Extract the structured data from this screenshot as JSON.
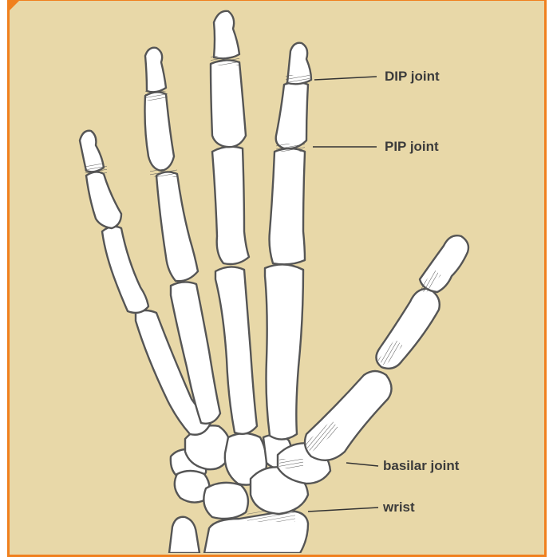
{
  "labels": {
    "dip": "DIP joint",
    "pip": "PIP joint",
    "basilar": "basilar joint",
    "wrist": "wrist"
  },
  "colors": {
    "background": "#e8d8a8",
    "border": "#f0801e",
    "bone_fill": "#ffffff",
    "bone_outline": "#555555",
    "label_text": "#3b3b3b"
  }
}
